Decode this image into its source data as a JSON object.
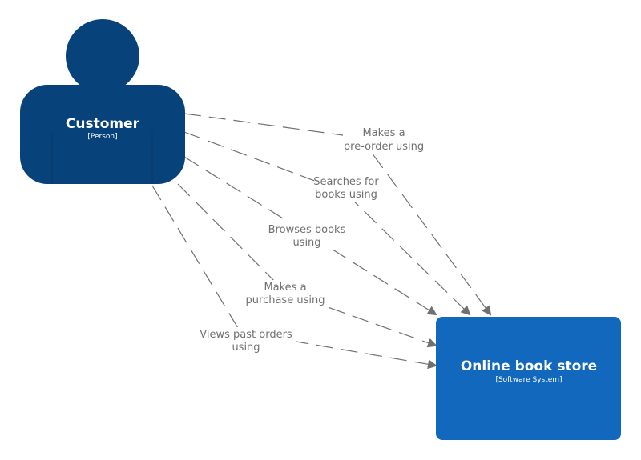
{
  "customer": {
    "name": "Customer",
    "type": "[Person]",
    "color": "#08427b"
  },
  "system": {
    "name": "Online book store",
    "type": "[Software System]",
    "color": "#1168bd"
  },
  "relationships": [
    {
      "label_lines": [
        "Makes a",
        "pre-order using"
      ]
    },
    {
      "label_lines": [
        "Searches for",
        "books using"
      ]
    },
    {
      "label_lines": [
        "Browses books",
        "using"
      ]
    },
    {
      "label_lines": [
        "Makes a",
        "purchase using"
      ]
    },
    {
      "label_lines": [
        "Views past orders",
        "using"
      ]
    }
  ],
  "colors": {
    "edge": "#707070",
    "label": "#707070"
  }
}
